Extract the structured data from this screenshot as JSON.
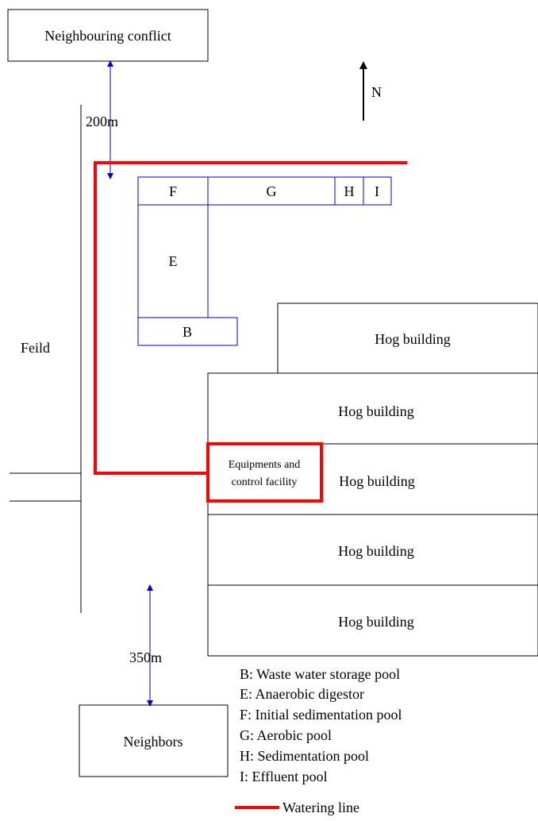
{
  "labels": {
    "neighbouring_conflict": "Neighbouring conflict",
    "north": "N",
    "dist_north": "200m",
    "dist_south": "350m",
    "field": "Feild",
    "neighbors": "Neighbors",
    "pool_f": "F",
    "pool_g": "G",
    "pool_h": "H",
    "pool_i": "I",
    "pool_e": "E",
    "pool_b": "B",
    "hog_building_1": "Hog building",
    "hog_building_2": "Hog building",
    "hog_building_3": "Hog building",
    "hog_building_4": "Hog building",
    "hog_building_5": "Hog building",
    "equipment_line1": "Equipments and",
    "equipment_line2": "control facility"
  },
  "legend": {
    "items": [
      "B: Waste water storage pool",
      "E: Anaerobic digestor",
      "F: Initial sedimentation pool",
      "G: Aerobic pool",
      "H: Sedimentation pool",
      "I: Effluent pool"
    ],
    "watering_line": "Watering line"
  },
  "colors": {
    "watering_line": "#ff0000",
    "pool_outline": "#0000cc",
    "distance_arrow": "#0000cc",
    "outline": "#000000"
  }
}
